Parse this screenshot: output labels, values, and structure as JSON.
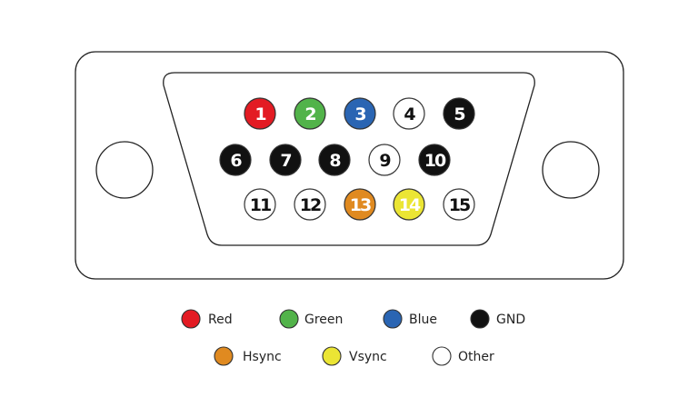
{
  "types": {
    "red": {
      "label": "Red",
      "color": "#e31b23",
      "text": "#ffffff"
    },
    "green": {
      "label": "Green",
      "color": "#52b34a",
      "text": "#ffffff"
    },
    "blue": {
      "label": "Blue",
      "color": "#2a65b3",
      "text": "#ffffff"
    },
    "gnd": {
      "label": "GND",
      "color": "#111111",
      "text": "#ffffff"
    },
    "hsync": {
      "label": "Hsync",
      "color": "#e08a20",
      "text": "#ffffff"
    },
    "vsync": {
      "label": "Vsync",
      "color": "#ebe534",
      "text": "#ffffff"
    },
    "other": {
      "label": "Other",
      "color": "#ffffff",
      "text": "#111111"
    }
  },
  "pins": [
    {
      "number": "1",
      "type": "red"
    },
    {
      "number": "2",
      "type": "green"
    },
    {
      "number": "3",
      "type": "blue"
    },
    {
      "number": "4",
      "type": "other"
    },
    {
      "number": "5",
      "type": "gnd"
    },
    {
      "number": "6",
      "type": "gnd"
    },
    {
      "number": "7",
      "type": "gnd"
    },
    {
      "number": "8",
      "type": "gnd"
    },
    {
      "number": "9",
      "type": "other"
    },
    {
      "number": "10",
      "type": "gnd"
    },
    {
      "number": "11",
      "type": "other"
    },
    {
      "number": "12",
      "type": "other"
    },
    {
      "number": "13",
      "type": "hsync"
    },
    {
      "number": "14",
      "type": "vsync"
    },
    {
      "number": "15",
      "type": "other"
    }
  ],
  "legend": [
    "red",
    "green",
    "blue",
    "gnd",
    "hsync",
    "vsync",
    "other"
  ]
}
